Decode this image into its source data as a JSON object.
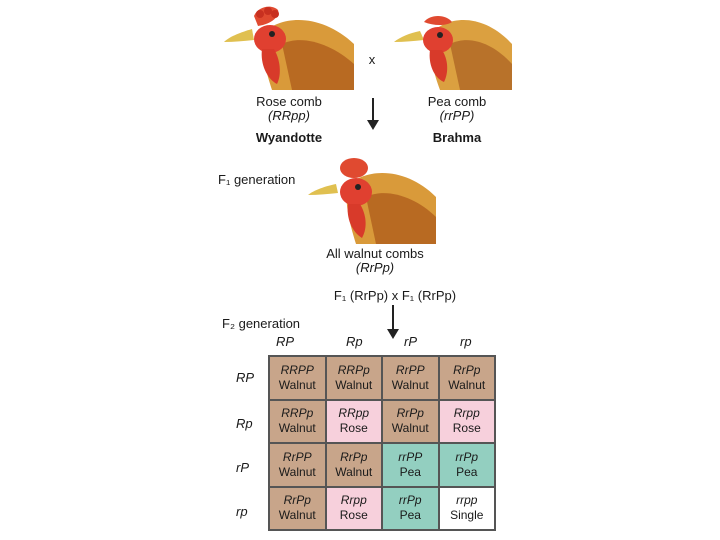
{
  "parents": {
    "left": {
      "comb": "Rose comb",
      "genotype": "(RRpp)",
      "breed": "Wyandotte"
    },
    "right": {
      "comb": "Pea comb",
      "genotype": "(rrPP)",
      "breed": "Brahma"
    },
    "cross_symbol": "x"
  },
  "f1": {
    "label": "F₁ generation",
    "comb": "All walnut combs",
    "genotype": "(RrPp)",
    "cross": "F₁ (RrPp)  x  F₁ (RrPp)"
  },
  "f2": {
    "label": "F₂ generation",
    "col_headers": [
      "RP",
      "Rp",
      "rP",
      "rp"
    ],
    "row_headers": [
      "RP",
      "Rp",
      "rP",
      "rp"
    ],
    "cells": [
      [
        {
          "g": "RRPP",
          "p": "Walnut",
          "c": "walnut"
        },
        {
          "g": "RRPp",
          "p": "Walnut",
          "c": "walnut"
        },
        {
          "g": "RrPP",
          "p": "Walnut",
          "c": "walnut"
        },
        {
          "g": "RrPp",
          "p": "Walnut",
          "c": "walnut"
        }
      ],
      [
        {
          "g": "RRPp",
          "p": "Walnut",
          "c": "walnut"
        },
        {
          "g": "RRpp",
          "p": "Rose",
          "c": "rose"
        },
        {
          "g": "RrPp",
          "p": "Walnut",
          "c": "walnut"
        },
        {
          "g": "Rrpp",
          "p": "Rose",
          "c": "rose"
        }
      ],
      [
        {
          "g": "RrPP",
          "p": "Walnut",
          "c": "walnut"
        },
        {
          "g": "RrPp",
          "p": "Walnut",
          "c": "walnut"
        },
        {
          "g": "rrPP",
          "p": "Pea",
          "c": "pea"
        },
        {
          "g": "rrPp",
          "p": "Pea",
          "c": "pea"
        }
      ],
      [
        {
          "g": "RrPp",
          "p": "Walnut",
          "c": "walnut"
        },
        {
          "g": "Rrpp",
          "p": "Rose",
          "c": "rose"
        },
        {
          "g": "rrPp",
          "p": "Pea",
          "c": "pea"
        },
        {
          "g": "rrpp",
          "p": "Single",
          "c": "single"
        }
      ]
    ]
  },
  "colors": {
    "walnut": "#c8a58a",
    "rose": "#f7d0dc",
    "pea": "#93cfc0",
    "single": "#ffffff"
  }
}
